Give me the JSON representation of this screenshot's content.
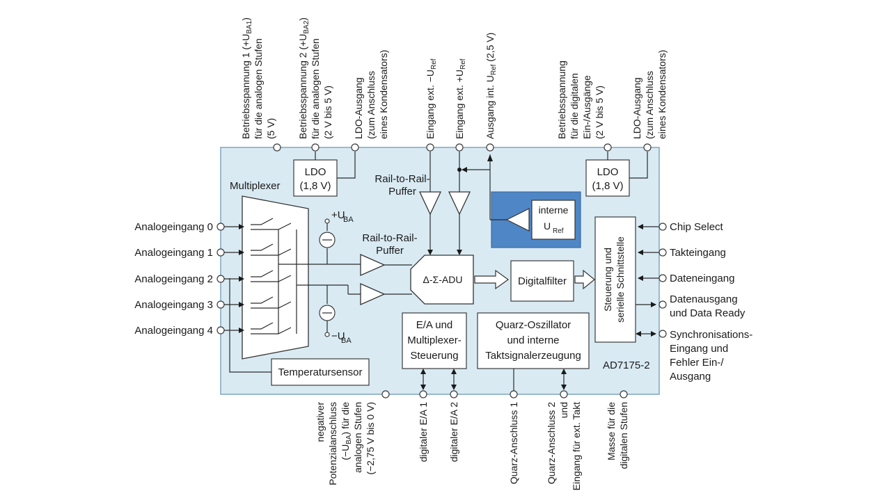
{
  "chip": {
    "name": "AD7175-2",
    "multiplexer_label": "Multiplexer",
    "supply_pos": "+U",
    "supply_neg": "−U",
    "supply_sub": "BA",
    "rail_buffer_top": [
      "Rail-to-Rail-",
      "Puffer"
    ],
    "rail_buffer_mid": [
      "Rail-to-Rail-",
      "Puffer"
    ],
    "ldo_left": [
      "LDO",
      "(1,8 V)"
    ],
    "ldo_right": [
      "LDO",
      "(1,8 V)"
    ],
    "internal_ref": [
      "interne",
      "U"
    ],
    "internal_ref_sub": "Ref",
    "adc": "Δ-Σ-ADU",
    "digital_filter": "Digitalfilter",
    "serial_interface": [
      "Steuerung und",
      "serielle Schnittstelle"
    ],
    "temp_sensor": "Temperatursensor",
    "io_control": [
      "E/A und",
      "Multiplexer-",
      "Steuerung"
    ],
    "oscillator": [
      "Quarz-Oszillator",
      "und interne",
      "Taktsignalerzeugung"
    ]
  },
  "left_pins": [
    "Analogeingang 0",
    "Analogeingang 1",
    "Analogeingang 2",
    "Analogeingang 3",
    "Analogeingang 4"
  ],
  "right_pins": [
    [
      "Chip Select"
    ],
    [
      "Takteingang"
    ],
    [
      "Dateneingang"
    ],
    [
      "Datenausgang",
      "und Data Ready"
    ],
    [
      "Synchronisations-",
      "Eingang und",
      "Fehler Ein-/",
      "Ausgang"
    ]
  ],
  "top_pins": [
    [
      "Betriebsspannung 1 (+U",
      "BA1",
      ")",
      "für die analogen Stufen",
      "(5 V)"
    ],
    [
      "Betriebsspannung 2 (+U",
      "BA2",
      ")",
      "für die analogen Stufen",
      "(2 V bis 5 V)"
    ],
    [
      "LDO-Ausgang",
      "(zum Anschluss",
      "eines Kondensators)"
    ],
    [
      "Eingang ext. −U",
      "Ref",
      ""
    ],
    [
      "Eingang ext. +U",
      "Ref",
      ""
    ],
    [
      "Ausgang int. U",
      "Ref",
      " (2,5 V)"
    ],
    [
      "Betriebsspannung",
      "für die digitalen",
      "Ein-/Ausgänge",
      "(2 V bis 5 V)"
    ],
    [
      "LDO-Ausgang",
      "(zum Anschluss",
      "eines Kondensators)"
    ]
  ],
  "bottom_pins": [
    [
      "negativer",
      "Potenzialanschluss",
      "(−U",
      "BA",
      ") für die",
      "analogen Stufen",
      "(−2,75 V bis 0 V)"
    ],
    [
      "digitaler E/A 1"
    ],
    [
      "digitaler E/A 2"
    ],
    [
      "Quarz-Anschluss 1"
    ],
    [
      "Quarz-Anschluss 2",
      "und",
      "Eingang für ext. Takt"
    ],
    [
      "Masse für die",
      "digitalen Stufen"
    ]
  ],
  "colors": {
    "chip_fill": "#d9eaf3",
    "chip_stroke": "#7fa6bf",
    "ref_block": "#4f86c6"
  }
}
